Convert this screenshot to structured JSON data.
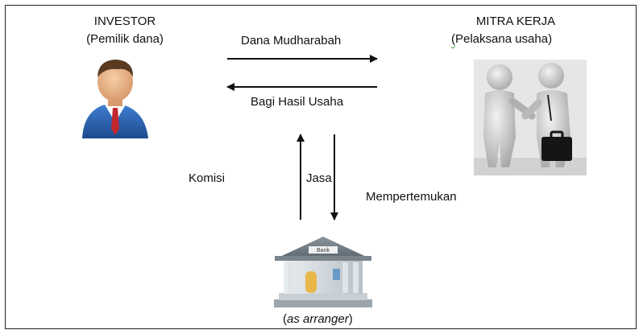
{
  "investor": {
    "title": "INVESTOR",
    "subtitle": "(Pemilik dana)"
  },
  "partner": {
    "title": "MITRA KERJA",
    "subtitle_paren": "(",
    "subtitle_rest": "Pelaksana usaha)"
  },
  "flows": {
    "to_partner": "Dana Mudharabah",
    "to_investor": "Bagi Hasil Usaha",
    "commission": "Komisi",
    "service": "Jasa",
    "connect": "Mempertemukan"
  },
  "bank": {
    "sign": "Bank",
    "caption_open": "(",
    "caption_italic": "as arranger",
    "caption_close": ")"
  },
  "colors": {
    "arrow": "#111111",
    "suit": "#2b5fae",
    "tie": "#c0282d",
    "squiggle": "#2a9d3a"
  }
}
